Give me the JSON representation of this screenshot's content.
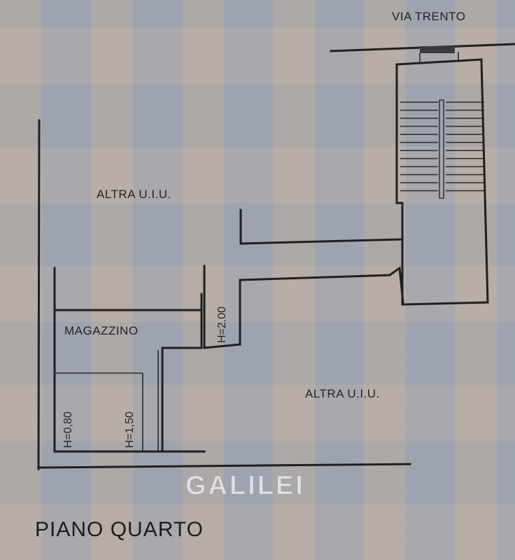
{
  "plan": {
    "street_label": "VIA TRENTO",
    "room_labels": {
      "altra_uiu_top": "ALTRA U.I.U.",
      "altra_uiu_bottom": "ALTRA U.I.U.",
      "magazzino": "MAGAZZINO"
    },
    "heights": {
      "h_200": "H=2.00",
      "h_080": "H=0,80",
      "h_150": "H=1,50"
    },
    "floor_title": "PIANO QUARTO"
  },
  "watermark": "GALILEI"
}
